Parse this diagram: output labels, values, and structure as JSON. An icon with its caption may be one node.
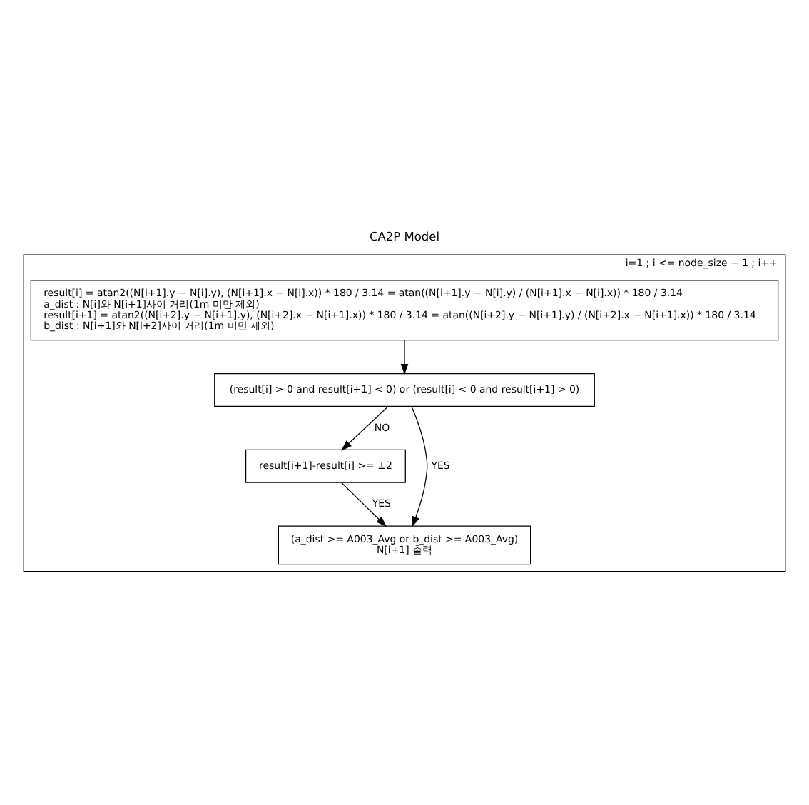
{
  "diagram": {
    "title": "CA2P Model",
    "nodes": [
      {
        "text": [
          "i=1 ; i <= node_size − 1 ; i++"
        ]
      },
      {
        "text": [
          "result[i] = atan2((N[i+1].y − N[i].y), (N[i+1].x − N[i].x)) * 180 / 3.14 = atan((N[i+1].y − N[i].y) / (N[i+1].x − N[i].x)) * 180 / 3.14",
          "a_dist : N[i]와 N[i+1]사이 거리(1m 미만 제외)",
          "result[i+1] = atan2((N[i+2].y − N[i+1].y), (N[i+2].x − N[i+1].x)) * 180 / 3.14 = atan((N[i+2].y − N[i+1].y) / (N[i+2].x − N[i+1].x)) * 180 / 3.14",
          "b_dist : N[i+1]와 N[i+2]사이 거리(1m 미만 제외)"
        ],
        "in": 0
      },
      {
        "text": [
          "(result[i] > 0 and result[i+1] < 0) or (result[i] < 0 and result[i+1] > 0)"
        ],
        "in": 0
      },
      {
        "text": [
          "result[i+1]-result[i] >= ±2"
        ],
        "in": 0
      },
      {
        "text": [
          "(a_dist >= A003_Avg or b_dist >= A003_Avg)",
          "N[i+1] 출력"
        ],
        "in": 0
      }
    ],
    "edges": [
      {
        "from": 1,
        "to": 2,
        "arrow": "to"
      },
      {
        "from": 2,
        "to": 3,
        "arrow": "to",
        "label": "NO"
      },
      {
        "from": 3,
        "to": 4,
        "arrow": "to",
        "label": "YES"
      },
      {
        "from": 2,
        "to": 4,
        "arrow": "to",
        "label": "YES"
      }
    ]
  }
}
